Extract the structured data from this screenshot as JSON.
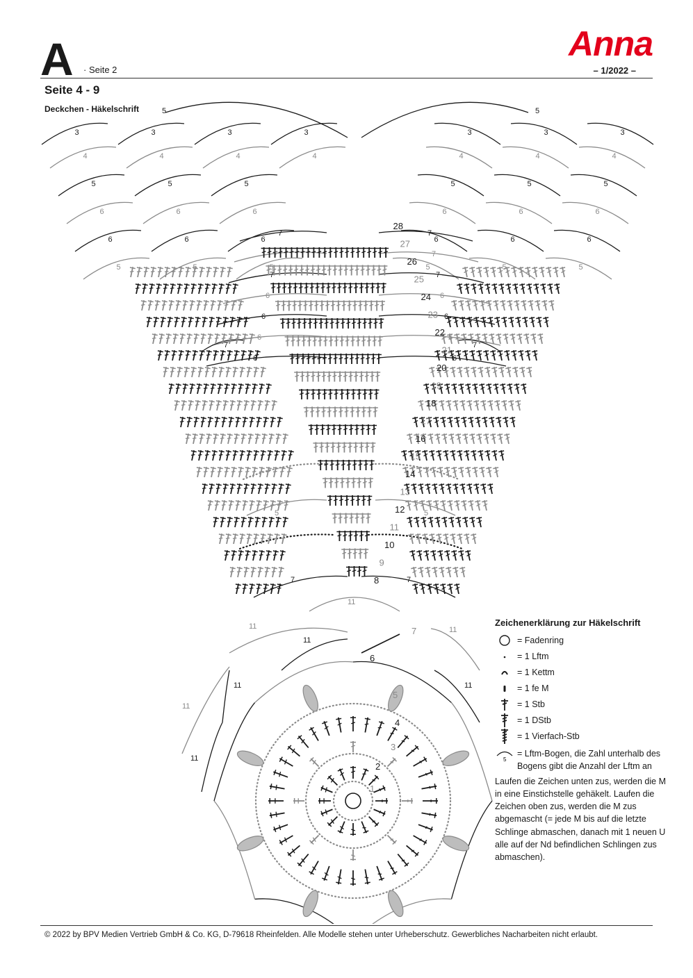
{
  "header": {
    "page_letter": "A",
    "page_sub": "· Seite 2",
    "brand": "Anna",
    "issue": "– 1/2022 –"
  },
  "pages": "Seite 4 - 9",
  "subtitle": "Deckchen - Häkelschrift",
  "diagram": {
    "row_numbers": [
      "28",
      "27",
      "26",
      "25",
      "24",
      "23",
      "22",
      "21",
      "20",
      "19",
      "18",
      "17",
      "16",
      "15",
      "14",
      "13",
      "12",
      "11",
      "10",
      "9",
      "8",
      "7",
      "6",
      "5",
      "4",
      "3",
      "2",
      "1"
    ],
    "arc_labels": [
      "3",
      "4",
      "5",
      "6",
      "7",
      "11"
    ],
    "colors": {
      "dark": "#1a1a1a",
      "gray": "#8a8a8a"
    }
  },
  "legend": {
    "title": "Zeichenerklärung zur Häkelschrift",
    "items": [
      {
        "icon": "ring-icon",
        "text": "= Fadenring"
      },
      {
        "icon": "chain-dot-icon",
        "text": "= 1 Lftm"
      },
      {
        "icon": "slip-stitch-icon",
        "text": "= 1 Kettm"
      },
      {
        "icon": "single-crochet-icon",
        "text": "= 1 fe M"
      },
      {
        "icon": "double-crochet-icon",
        "text": "= 1 Stb"
      },
      {
        "icon": "treble-crochet-icon",
        "text": "= 1 DStb"
      },
      {
        "icon": "quadruple-treble-icon",
        "text": "= 1 Vierfach-Stb"
      }
    ],
    "arc_icon_number": "5",
    "arc_text": "= Lftm-Bogen, die Zahl unterhalb des Bogens gibt die Anzahl der Lftm an",
    "note": "Laufen die Zeichen unten zus, werden die M in eine Einstichstelle gehäkelt. Laufen die Zeichen oben zus, werden die M zus abgemascht (= jede M bis auf die letzte Schlinge abmaschen, danach mit 1 neuen U alle auf der Nd befindlichen Schlingen zus abmaschen)."
  },
  "footer": "© 2022 by BPV Medien Vertrieb GmbH & Co. KG, D-79618 Rheinfelden. Alle Modelle stehen unter Urheberschutz. Gewerbliches Nacharbeiten nicht erlaubt."
}
